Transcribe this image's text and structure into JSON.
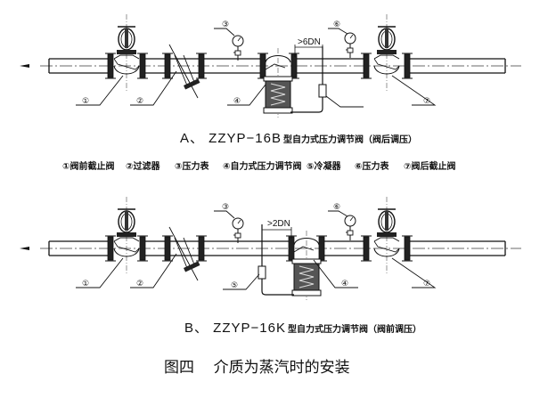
{
  "diagram_a": {
    "caption_code": "A、 ZZYP−16B",
    "caption_desc": "型自力式压力调节阀（阀后调压）",
    "dimension": ">6DN",
    "callouts": [
      "①",
      "②",
      "③",
      "④",
      "⑥",
      "⑦"
    ]
  },
  "legend": {
    "items": [
      "①阀前截止阀",
      "②过滤器",
      "③压力表",
      "④自力式压力调节阀",
      "⑤冷凝器",
      "⑥压力表",
      "⑦阀后截止阀"
    ]
  },
  "diagram_b": {
    "caption_code": "B、 ZZYP−16K",
    "caption_desc": "型自力式压力调节阀（阀前调压）",
    "dimension": ">2DN",
    "callouts": [
      "①",
      "②",
      "③",
      "⑤",
      "⑥",
      "④",
      "⑦"
    ]
  },
  "figure_title": "图四    介质为蒸汽时的安装",
  "colors": {
    "line": "#111111",
    "centerline": "#888888",
    "background": "#ffffff"
  }
}
